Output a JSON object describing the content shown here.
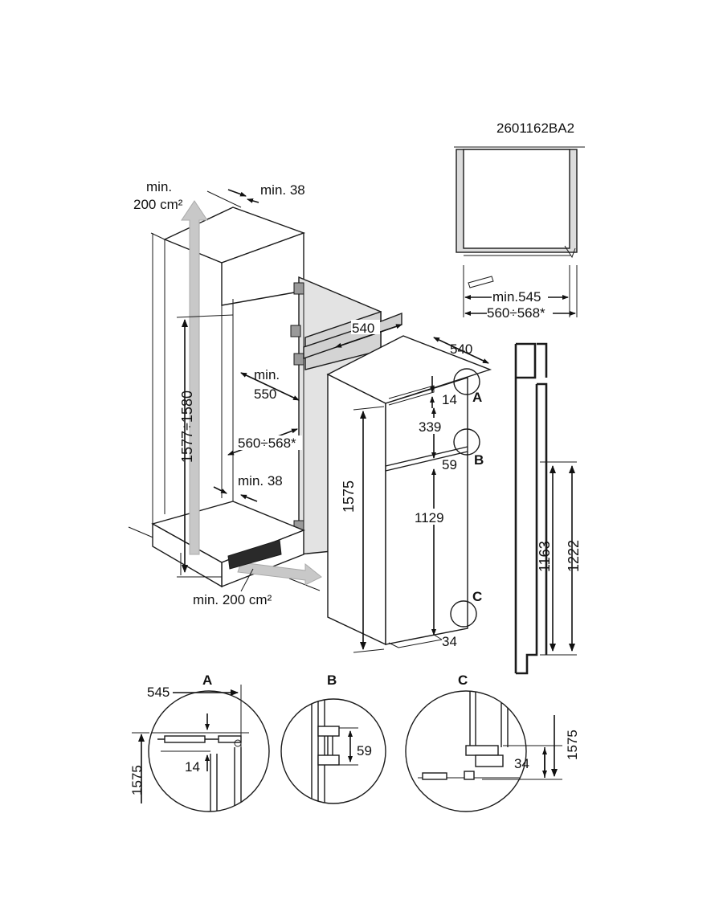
{
  "diagram": {
    "code": "2601162BA2",
    "top_view": {
      "min_depth": "min.545",
      "depth_range": "560÷568*"
    },
    "niche": {
      "vent_top": [
        "min.",
        "200 cm²"
      ],
      "top_gap": "min. 38",
      "height_range": "1577÷1580",
      "min_inner_depth": [
        "min.",
        "550"
      ],
      "depth_range": "560÷568*",
      "bottom_gap": "min. 38",
      "vent_bottom": "min. 200 cm²"
    },
    "appliance": {
      "door_width": "540",
      "width": "540",
      "height": "1575",
      "dim_top": "14",
      "freezer_door": "339",
      "gap_b": "59",
      "fridge_door": "1129",
      "dim_bottom": "34",
      "mark_a": "A",
      "mark_b": "B",
      "mark_c": "C"
    },
    "side_profile": {
      "dim_1163": "1163",
      "dim_1222": "1222"
    },
    "details": {
      "a": {
        "title": "A",
        "width": "545",
        "gap": "14",
        "height": "1575"
      },
      "b": {
        "title": "B",
        "gap": "59"
      },
      "c": {
        "title": "C",
        "gap": "34",
        "height": "1575"
      }
    }
  }
}
